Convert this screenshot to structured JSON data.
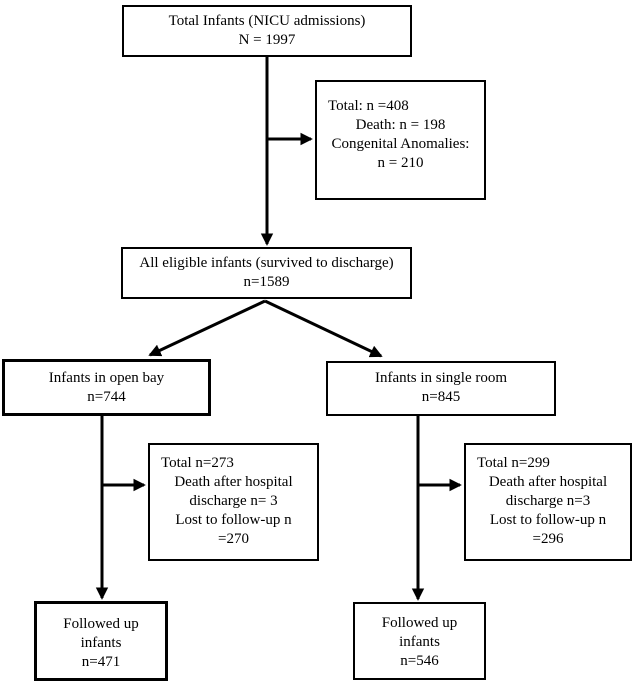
{
  "diagram": {
    "type": "flowchart",
    "colors": {
      "line": "#000000",
      "background": "#ffffff",
      "text": "#000000"
    },
    "boxes": {
      "total": {
        "lines": [
          "Total Infants (NICU admissions)",
          "N = 1997"
        ]
      },
      "exclusions": {
        "lines": [
          "Total: n =408",
          "Death: n = 198",
          "Congenital Anomalies:",
          "n = 210"
        ]
      },
      "eligible": {
        "lines": [
          "All eligible infants (survived to discharge)",
          "n=1589"
        ]
      },
      "open_bay": {
        "lines": [
          "Infants in open bay",
          "n=744"
        ]
      },
      "single_room": {
        "lines": [
          "Infants in single room",
          "n=845"
        ]
      },
      "open_bay_lost": {
        "lines": [
          "Total n=273",
          "Death after hospital",
          "discharge n= 3",
          "Lost to follow-up n",
          "=270"
        ]
      },
      "single_room_lost": {
        "lines": [
          "Total n=299",
          "Death after hospital",
          "discharge n=3",
          "Lost to follow-up n",
          "=296"
        ]
      },
      "open_bay_followed": {
        "lines": [
          "Followed up",
          "infants",
          "n=471"
        ]
      },
      "single_room_followed": {
        "lines": [
          "Followed up",
          "infants",
          "n=546"
        ]
      }
    }
  }
}
